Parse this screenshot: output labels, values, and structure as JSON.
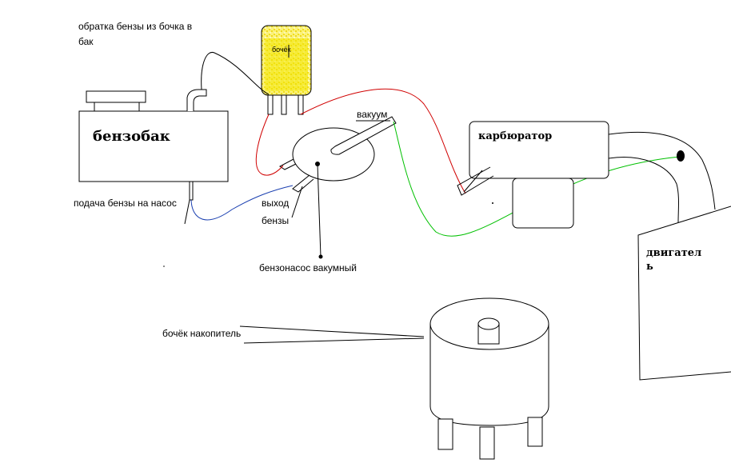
{
  "labels": {
    "return_line": [
      "обратка бензы из бочка в",
      "бак"
    ],
    "tank": "бензобак",
    "small_barrel": "бочёк",
    "vacuum": "вакуум",
    "carburetor": "карбюратор",
    "engine": [
      "двигател",
      "ь"
    ],
    "feed_to_pump": "подача бензы на насос",
    "outlet": [
      "выход",
      "бензы"
    ],
    "pump": "бензонасос вакумный",
    "storage_barrel": "бочёк накопитель"
  },
  "colors": {
    "ink": "#000000",
    "red_line": "#d00000",
    "blue_line": "#1a3fb0",
    "green_line": "#00c000",
    "fuel_yellow": "#f2e600"
  }
}
